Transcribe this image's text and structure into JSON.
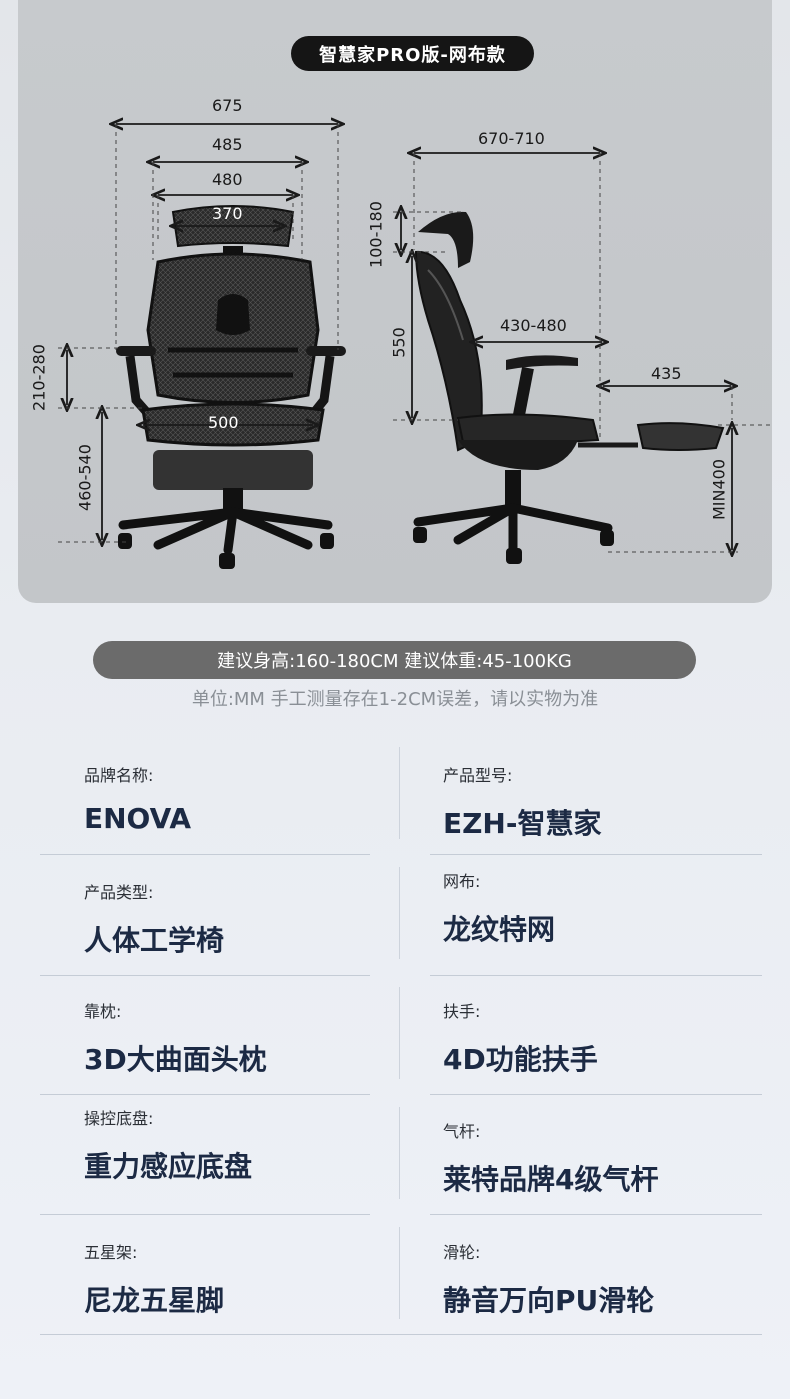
{
  "panel": {
    "title": "智慧家PRO版-网布款",
    "dimensions": {
      "front_width_overall": "675",
      "front_width_back": "485",
      "front_width_inner": "480",
      "front_headrest_width": "370",
      "front_seat_width": "500",
      "front_armrest_height": "210-280",
      "front_seat_height": "460-540",
      "side_depth": "670-710",
      "side_headrest_height": "100-180",
      "side_back_height": "550",
      "side_seat_depth": "430-480",
      "side_footrest_length": "435",
      "side_footrest_height": "MIN400"
    }
  },
  "info_bar": "建议身高:160-180CM  建议体重:45-100KG",
  "note": "单位:MM  手工测量存在1-2CM误差，请以实物为准",
  "specs": [
    {
      "label": "品牌名称:",
      "value": "ENOVA"
    },
    {
      "label": "产品型号:",
      "value": "EZH-智慧家"
    },
    {
      "label": "产品类型:",
      "value": "人体工学椅"
    },
    {
      "label": "网布:",
      "value": "龙纹特网"
    },
    {
      "label": "靠枕:",
      "value": "3D大曲面头枕"
    },
    {
      "label": "扶手:",
      "value": "4D功能扶手"
    },
    {
      "label": "操控底盘:",
      "value": "重力感应底盘"
    },
    {
      "label": "气杆:",
      "value": "莱特品牌4级气杆"
    },
    {
      "label": "五星架:",
      "value": "尼龙五星脚"
    },
    {
      "label": "滑轮:",
      "value": "静音万向PU滑轮"
    }
  ]
}
